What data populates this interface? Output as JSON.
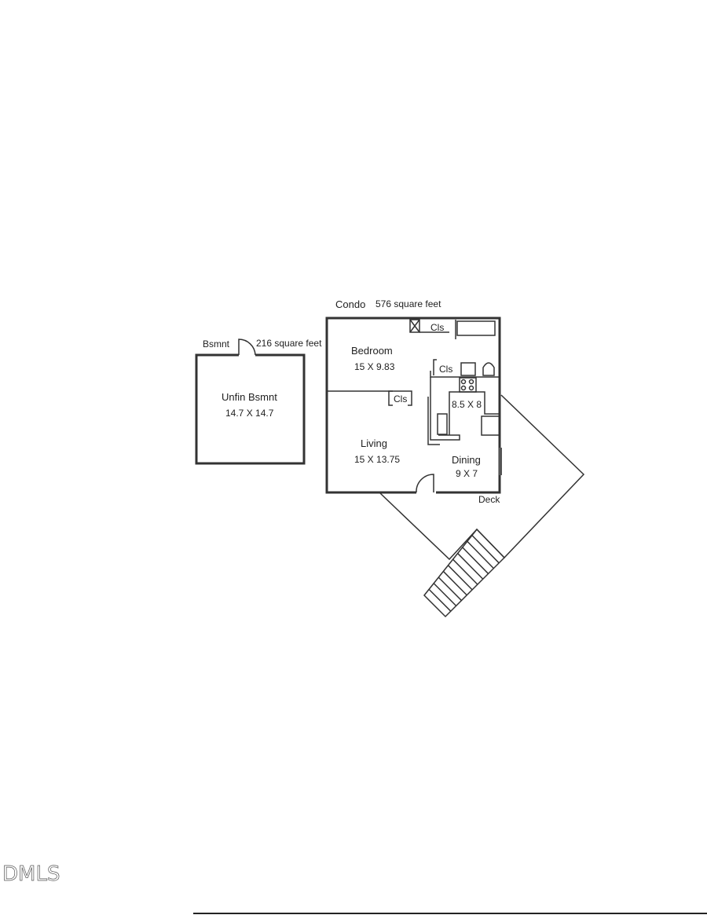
{
  "condo": {
    "title": "Condo",
    "area": "576 square feet"
  },
  "basement": {
    "title": "Bsmnt",
    "area": "216 square feet",
    "room": "Unfin Bsmnt",
    "dims": "14.7 X 14.7"
  },
  "rooms": [
    {
      "name": "Bedroom",
      "dims": "15 X 9.83"
    },
    {
      "name": "Living",
      "dims": "15 X 13.75"
    },
    {
      "name": "Dining",
      "dims": "9 X 7"
    },
    {
      "name": "",
      "dims": "8.5 X 8"
    }
  ],
  "closets": [
    "Cls",
    "Cls",
    "Cls"
  ],
  "deck": "Deck",
  "watermark": "DMLS"
}
